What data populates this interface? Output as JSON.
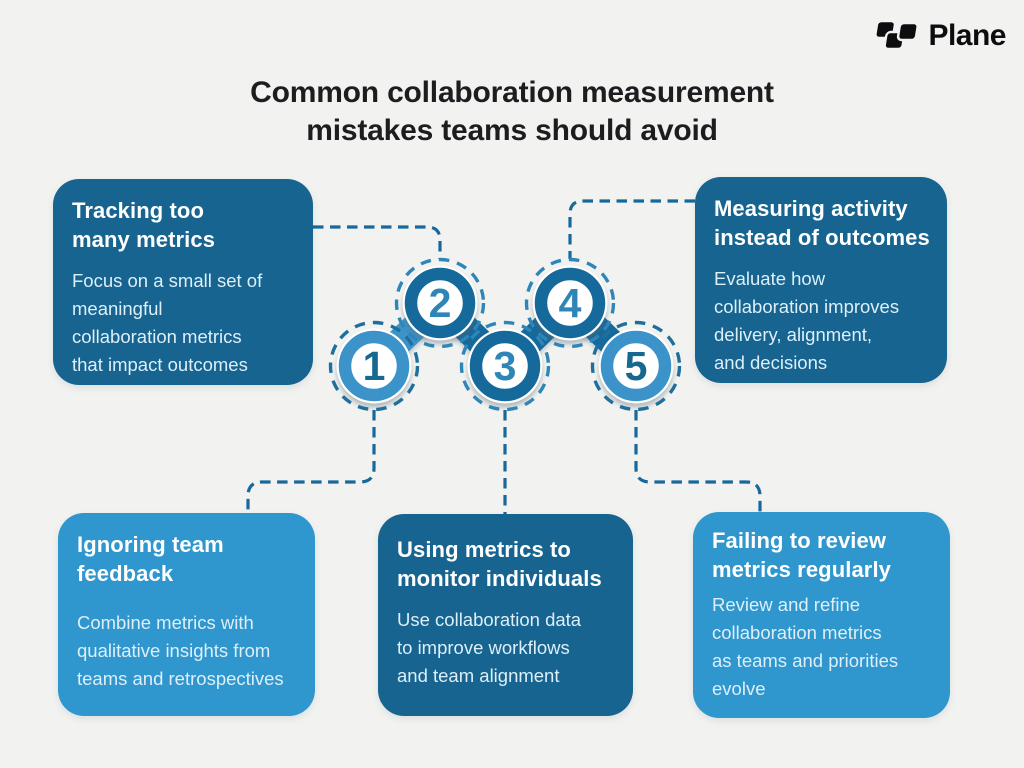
{
  "page": {
    "background": "#F2F3F1"
  },
  "logo": {
    "text": "Plane",
    "icon": "plane-logo-mark"
  },
  "title": {
    "line1": "Common collaboration measurement",
    "line2": "mistakes teams should avoid"
  },
  "colors": {
    "page_bg": "#F2F3F1",
    "dark_card": "#16648F",
    "light_card": "#2F96CE",
    "dark_chain": "#16699B",
    "light_chain": "#3B93C9",
    "medium_blue": "#2E86B8",
    "dark_number": "#17688F",
    "dash_on_light": "#1E6F9E",
    "dash_on_dark": "#2E86B8",
    "connector": "#17689B",
    "card_heading": "#FFFFFF",
    "card_body": "#DDEFF9",
    "title_text": "#1D1D20"
  },
  "cards": [
    {
      "id": "tracking-too-many-metrics",
      "tone": "dark",
      "heading_lines": [
        "Tracking too",
        "many metrics"
      ],
      "body_lines": [
        "Focus on a small set of",
        "meaningful",
        "collaboration metrics",
        "that impact outcomes"
      ]
    },
    {
      "id": "measuring-activity-instead-of-outcomes",
      "tone": "dark",
      "heading_lines": [
        "Measuring activity",
        "instead of outcomes"
      ],
      "body_lines": [
        "Evaluate how",
        "collaboration improves",
        "delivery, alignment,",
        "and decisions"
      ]
    },
    {
      "id": "ignoring-team-feedback",
      "tone": "light",
      "heading_lines": [
        "Ignoring team",
        "feedback"
      ],
      "body_lines": [
        "Combine metrics with",
        "qualitative insights from",
        "teams and retrospectives"
      ]
    },
    {
      "id": "using-metrics-to-monitor-individuals",
      "tone": "dark",
      "heading_lines": [
        "Using metrics to",
        "monitor individuals"
      ],
      "body_lines": [
        "Use collaboration data",
        "to improve workflows",
        "and team alignment"
      ]
    },
    {
      "id": "failing-to-review-metrics-regularly",
      "tone": "light",
      "heading_lines": [
        "Failing to review",
        "metrics regularly"
      ],
      "body_lines": [
        "Review and refine",
        "collaboration metrics",
        "as teams and priorities",
        "evolve"
      ]
    }
  ],
  "chain": {
    "steps": [
      {
        "number": "1",
        "tone": "light"
      },
      {
        "number": "2",
        "tone": "dark"
      },
      {
        "number": "3",
        "tone": "dark"
      },
      {
        "number": "4",
        "tone": "dark"
      },
      {
        "number": "5",
        "tone": "light"
      }
    ]
  }
}
